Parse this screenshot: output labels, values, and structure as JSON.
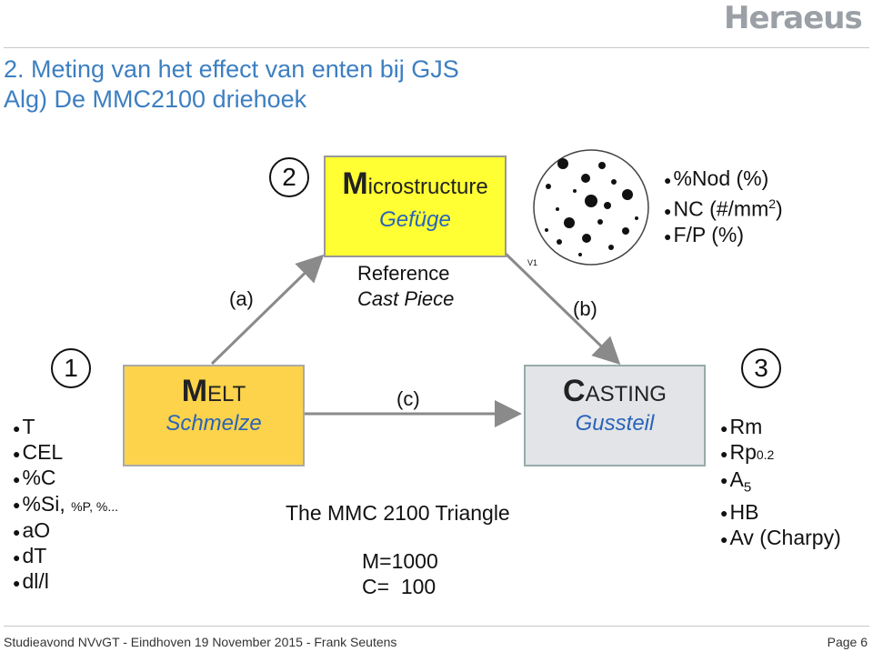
{
  "header": {
    "logo_text": "Heraeus",
    "title_line1": "2. Meting van het effect van enten bij GJS",
    "title_line2": "Alg) De MMC2100 driehoek"
  },
  "diagram": {
    "micro": {
      "number": "2",
      "head_big": "M",
      "head_rest": "icrostructure",
      "sub": "Gefüge"
    },
    "melt": {
      "number": "1",
      "head_big": "M",
      "head_rest": "ELT",
      "sub": "Schmelze"
    },
    "cast": {
      "number": "3",
      "head_big": "C",
      "head_rest": "ASTING",
      "sub": "Gussteil"
    },
    "arrow_a": "(a)",
    "arrow_b": "(b)",
    "arrow_c": "(c)",
    "reference_line1": "Reference",
    "reference_line2": "Cast Piece",
    "micro_tag": "V1",
    "micro_params": [
      "%Nod  (%)",
      "NC (#/mm",
      "2",
      ")",
      "F/P      (%)"
    ],
    "melt_params": [
      "T",
      "CEL",
      "%C",
      "%Si,",
      "%P, %...",
      "aO",
      "dT",
      "dl/l"
    ],
    "cast_params": [
      "Rm",
      "Rp",
      "0.2",
      "A",
      "5",
      "HB",
      "Av (Charpy)"
    ],
    "triangle_title": "The MMC 2100 Triangle",
    "m_value": "M=1000",
    "c_value": "C=  100"
  },
  "footer": {
    "text": "Studieavond NVvGT - Eindhoven 19 November 2015 - Frank Seutens",
    "page": "Page 6"
  }
}
